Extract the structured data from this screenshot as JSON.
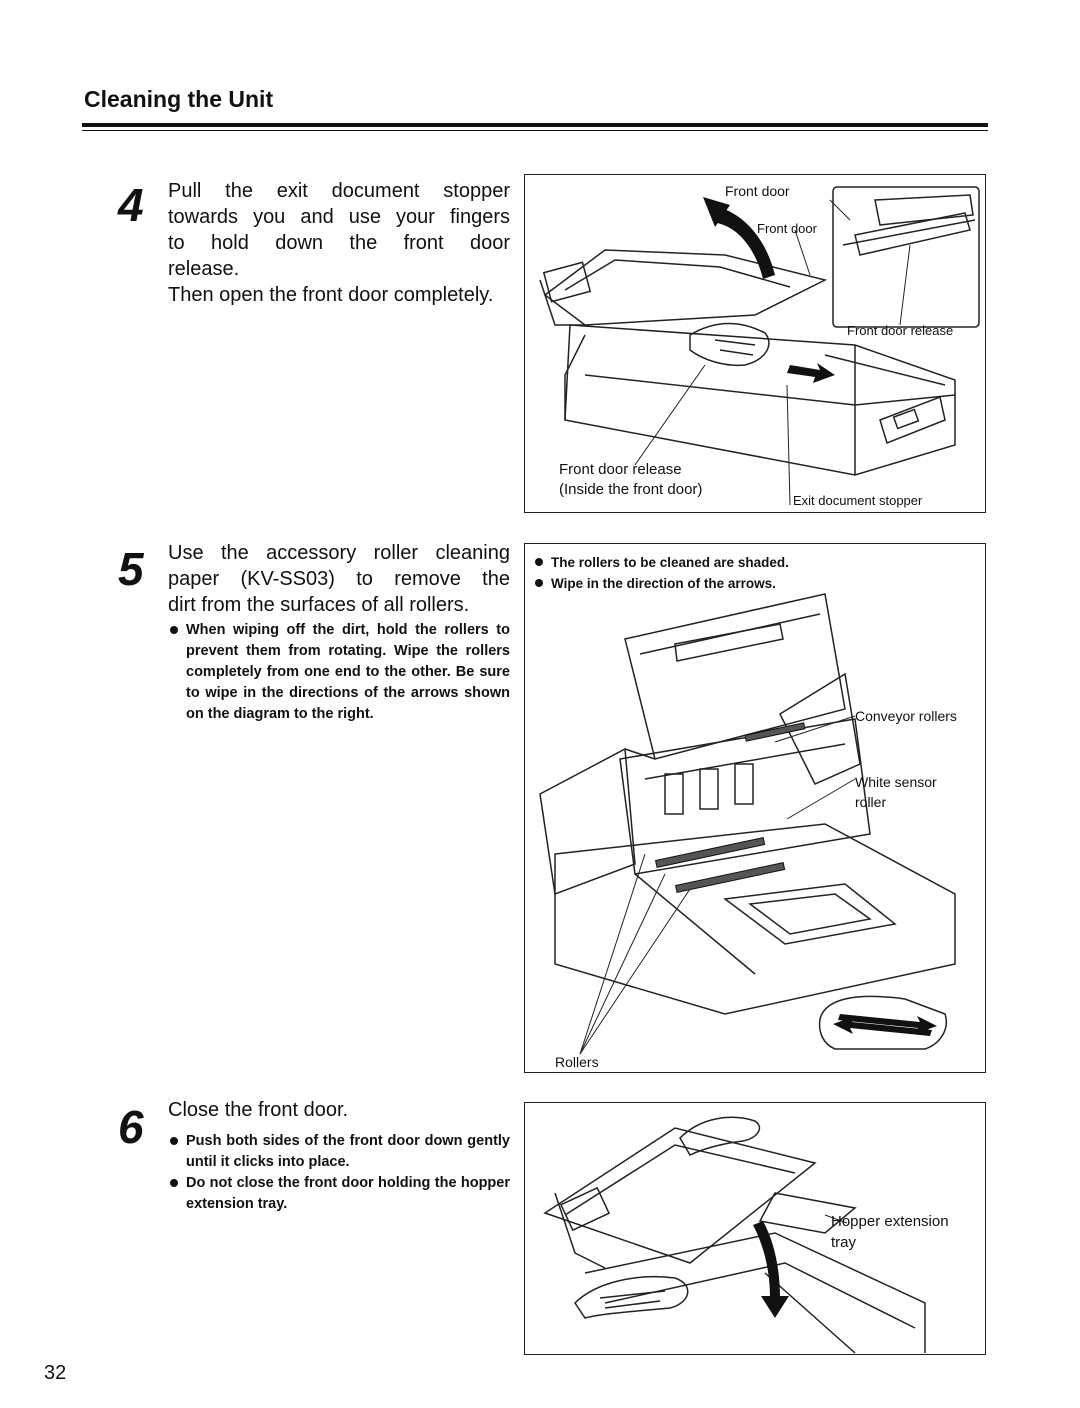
{
  "section_title": "Cleaning the Unit",
  "page_number": "32",
  "steps": [
    {
      "number": "4",
      "text_lines": [
        "Pull the exit document stopper",
        "towards you and use your fingers",
        "to hold down the front door",
        "release.",
        "Then open the front door completely."
      ],
      "figure_labels": {
        "front_door": "Front door",
        "front_door_inset": "Front door",
        "front_door_release": "Front door release",
        "front_door_release_inside_1": "Front door release",
        "front_door_release_inside_2": "(Inside the front door)",
        "exit_document_stopper": "Exit document stopper"
      }
    },
    {
      "number": "5",
      "text_lines": [
        "Use the accessory roller cleaning",
        "paper (KV-SS03) to remove the",
        "dirt from the surfaces of all rollers."
      ],
      "bullets": [
        "When wiping off the dirt, hold the rollers to prevent them from rotating. Wipe the rollers completely from one end to the other. Be sure to wipe in the directions of the arrows shown on the diagram to the right."
      ],
      "figure_notes": [
        "The rollers to be cleaned are shaded.",
        "Wipe in the direction of the arrows."
      ],
      "figure_labels": {
        "conveyor_rollers": "Conveyor rollers",
        "white_sensor_roller_1": "White sensor",
        "white_sensor_roller_2": "roller",
        "rollers": "Rollers"
      }
    },
    {
      "number": "6",
      "text_lines": [
        "Close the front door."
      ],
      "bullets": [
        "Push both sides of the front door down gently until it clicks into place.",
        "Do not close the front door holding the hopper extension tray."
      ],
      "figure_labels": {
        "hopper_extension_1": "Hopper extension",
        "hopper_extension_2": "tray"
      }
    }
  ]
}
